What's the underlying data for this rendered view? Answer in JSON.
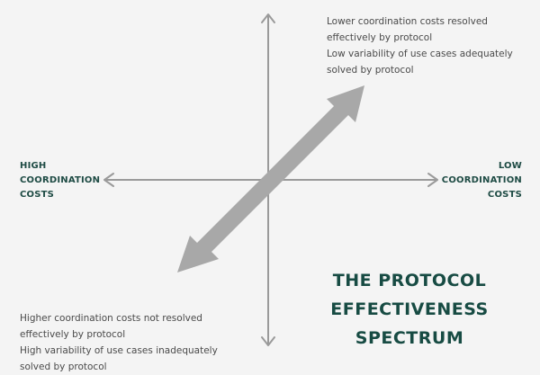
{
  "title": {
    "lines": [
      "THE PROTOCOL",
      "EFFECTIVENESS",
      "SPECTRUM"
    ]
  },
  "axis_labels": {
    "left": [
      "HIGH",
      "COORDINATION",
      "COSTS"
    ],
    "right": [
      "LOW",
      "COORDINATION",
      "COSTS"
    ]
  },
  "quadrants": {
    "top_right": {
      "lines": [
        "Lower coordination costs resolved",
        "effectively by protocol",
        "Low variability of use cases adequately",
        "solved by protocol"
      ]
    },
    "bottom_left": {
      "lines": [
        "Higher coordination costs not resolved",
        "effectively by protocol",
        "High variability of use cases inadequately",
        "solved by protocol"
      ]
    }
  },
  "colors": {
    "background": "#f4f4f4",
    "axis": "#9a9a9a",
    "diagonal_arrow": "#a8a8a8",
    "label_text": "#1e4b44",
    "title_text": "#174b43",
    "body_text": "#4a4a4a"
  }
}
